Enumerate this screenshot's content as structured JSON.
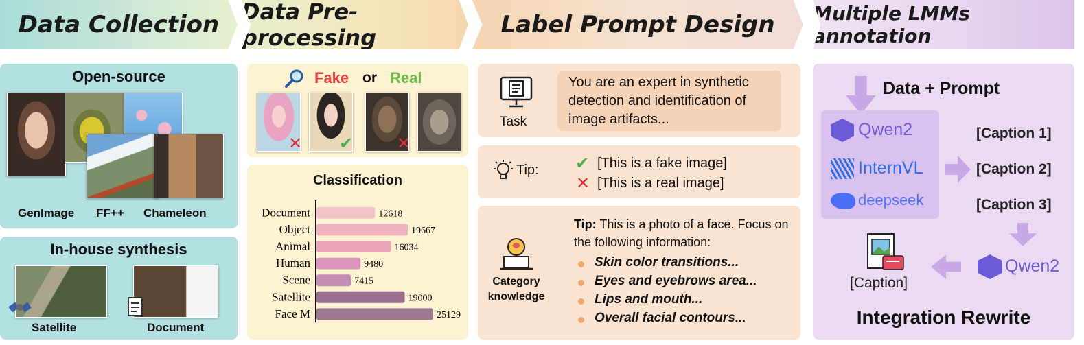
{
  "headers": {
    "collection": "Data Collection",
    "preprocessing": "Data Pre-processing",
    "prompt_design": "Label Prompt Design",
    "annotation": "Multiple LMMs annotation"
  },
  "open_source": {
    "title": "Open-source",
    "labels": [
      "GenImage",
      "FF++",
      "Chameleon"
    ]
  },
  "in_house": {
    "title": "In-house synthesis",
    "labels": [
      "Satellite",
      "Document"
    ]
  },
  "fake_real": {
    "fake": "Fake",
    "or": "or",
    "real": "Real",
    "colors": {
      "fake": "#e8413c",
      "real": "#6cbd45"
    }
  },
  "classification_title": "Classification",
  "chart_data": {
    "type": "bar",
    "orientation": "horizontal",
    "title": "Classification",
    "categories": [
      "Document",
      "Object",
      "Animal",
      "Human",
      "Scene",
      "Satellite",
      "Face M"
    ],
    "values": [
      12618,
      19667,
      16034,
      9480,
      7415,
      19000,
      25129
    ],
    "colors": [
      "#f3c2cb",
      "#efb3c0",
      "#e9a5b6",
      "#dc95bd",
      "#c58cb3",
      "#9b6e8f",
      "#9e7a92"
    ],
    "xlim": [
      0,
      25129
    ]
  },
  "task": {
    "icon_label": "Task",
    "text": "You are an expert in synthetic detection and identification of image artifacts..."
  },
  "tip": {
    "label": "Tip:",
    "fake_line": "[This is a fake image]",
    "real_line": "[This is a real image]"
  },
  "category": {
    "icon_label": "Category knowledge",
    "tip_label": "Tip:",
    "tip_text": " This is a photo of a face. Focus on the following information:",
    "items": [
      "Skin color transitions...",
      "Eyes and eyebrows area...",
      "Lips and mouth...",
      "Overall facial contours..."
    ]
  },
  "annotation": {
    "data_prompt": "Data + Prompt",
    "models": [
      "Qwen2",
      "InternVL",
      "deepseek"
    ],
    "captions": [
      "[Caption 1]",
      "[Caption 2]",
      "[Caption 3]"
    ],
    "rewrite_model": "Qwen2",
    "final_caption": "[Caption]",
    "integration": "Integration Rewrite",
    "model_colors": {
      "qwen": "#6c5bd6",
      "internvl": "#2f6ee0",
      "deepseek": "#4c6ef5"
    }
  }
}
